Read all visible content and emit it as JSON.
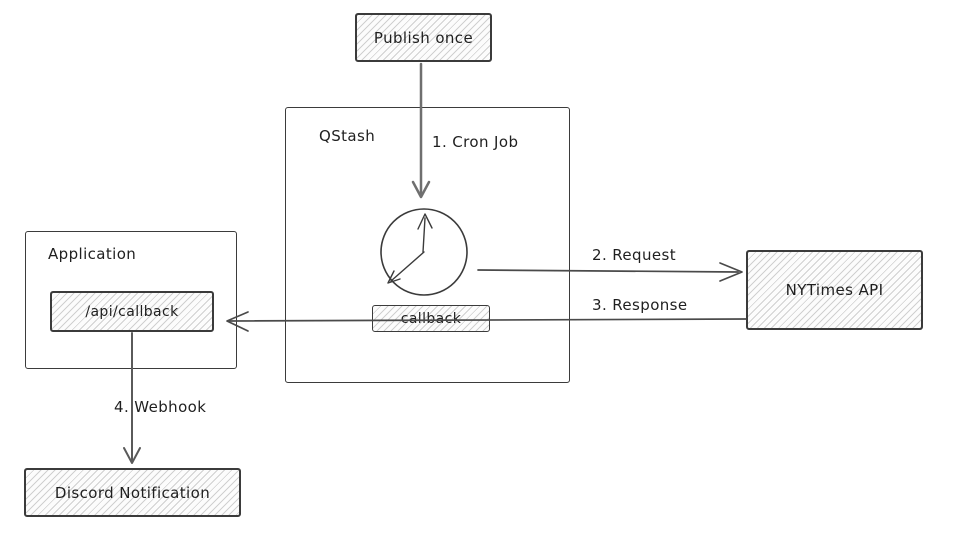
{
  "colors": {
    "stroke": "#3b3b3b",
    "line": "#4a4a4a",
    "lineLight": "#6f6f6f",
    "lineMid": "#5a5a5a",
    "text": "#1f1f1f",
    "canvas": "#ffffff"
  },
  "nodes": {
    "publish_once": "Publish once",
    "qstash": "QStash",
    "callback": "callback",
    "nytimes_api": "NYTimes API",
    "application": "Application",
    "api_callback": "/api/callback",
    "discord_notification": "Discord Notification"
  },
  "edges": {
    "cron_job": "1. Cron Job",
    "request": "2. Request",
    "response": "3. Response",
    "webhook": "4. Webhook"
  }
}
